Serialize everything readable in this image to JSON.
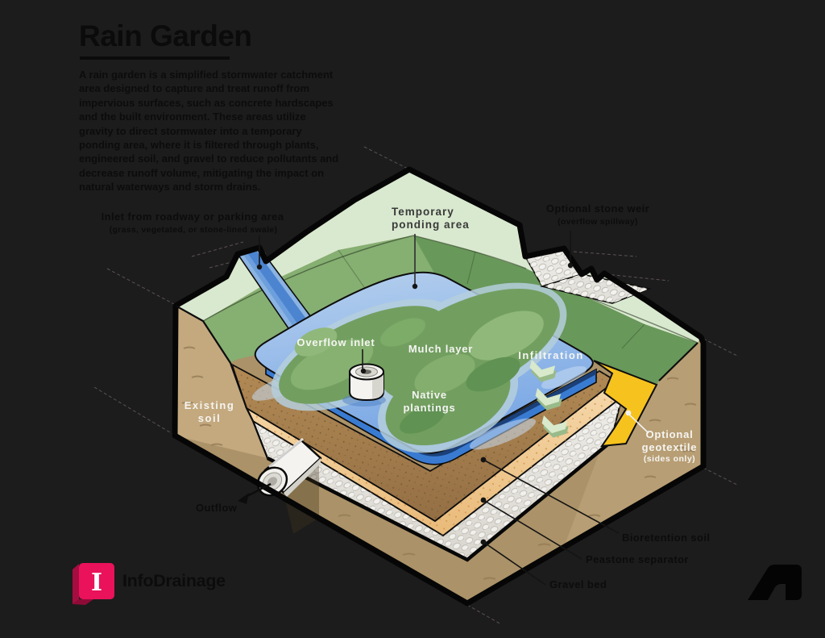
{
  "title": "Rain Garden",
  "description": "A rain garden is a simplified stormwater catchment\narea designed to capture and treat runoff from\nimpervious surfaces, such as concrete hardscapes\nand the built environment. These areas utilize\ngravity to direct stormwater into a temporary\nponding area, where it is filtered through plants,\nengineered soil, and gravel to reduce pollutants and\ndecrease runoff volume, mitigating the impact on\nnatural waterways and storm drains.",
  "labels": {
    "inlet": {
      "title": "Inlet from roadway or parking area",
      "sub": "(grass, vegetated, or stone-lined swale)"
    },
    "ponding": {
      "line1": "Temporary",
      "line2": "ponding area"
    },
    "weir": {
      "title": "Optional stone weir",
      "sub": "(overflow spillway)"
    },
    "overflow_inlet": "Overflow inlet",
    "mulch": "Mulch layer",
    "infiltration": "Infiltration",
    "native": {
      "line1": "Native",
      "line2": "plantings"
    },
    "existing": {
      "line1": "Existing",
      "line2": "soil"
    },
    "geotextile": {
      "line1": "Optional",
      "line2": "geotextile",
      "line3": "(sides only)"
    },
    "outflow": "Outflow",
    "bioretention": "Bioretention soil",
    "peastone": "Peastone separator",
    "gravel": "Gravel bed"
  },
  "branding": {
    "product": "InfoDrainage",
    "logo_letter": "I",
    "partner_logo": "autodesk-mark"
  },
  "colors": {
    "background": "#1c1c1c",
    "ink": "#0c0c0c",
    "label_light": "#f5f5f2",
    "rim_green": "#d9e9cf",
    "slope_green": "#86af72",
    "slope_green_dark": "#68985a",
    "pond_blue_light": "#b2cdec",
    "pond_blue_deep": "#7aa7e4",
    "water_face_blue": "#3a7bd2",
    "island_green": "#729f60",
    "island_green_light": "#8fb87a",
    "soil_tan": "#c4a97f",
    "bioretention_brown": "#a8814d",
    "peastone_tan": "#f0c98f",
    "gravel_gray": "#e7e5df",
    "geotextile_yellow": "#f6c21e",
    "logo_pink": "#e9125b"
  }
}
